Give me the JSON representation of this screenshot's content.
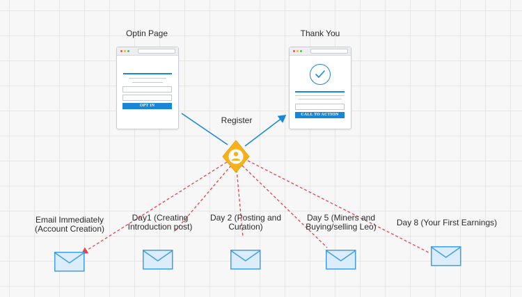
{
  "optin": {
    "title": "Optin Page",
    "button_label": "OPT IN"
  },
  "thankyou": {
    "title": "Thank You",
    "button_label": "CALL TO ACTION"
  },
  "register_label": "Register",
  "emails": [
    {
      "line1": "Email Immediately",
      "line2": "(Account Creation)"
    },
    {
      "line1": "Day1 (Creating",
      "line2": "Introduction post)"
    },
    {
      "line1": "Day 2 (Posting and",
      "line2": "Curation)"
    },
    {
      "line1": "Day 5 (Miners and",
      "line2": "Buying/selling Leo)"
    },
    {
      "line1": "Day 8 (Your First Earnings)",
      "line2": ""
    }
  ],
  "colors": {
    "accent_blue": "#1a87d6",
    "node_orange": "#f7b21b",
    "dashed_red": "#e8414b",
    "mail_fill": "#dbecfb",
    "mail_stroke": "#3f9ee6"
  },
  "icons": {
    "register_node": "user-diamond-icon",
    "email": "envelope-icon",
    "success": "checkmark-circle-icon"
  }
}
